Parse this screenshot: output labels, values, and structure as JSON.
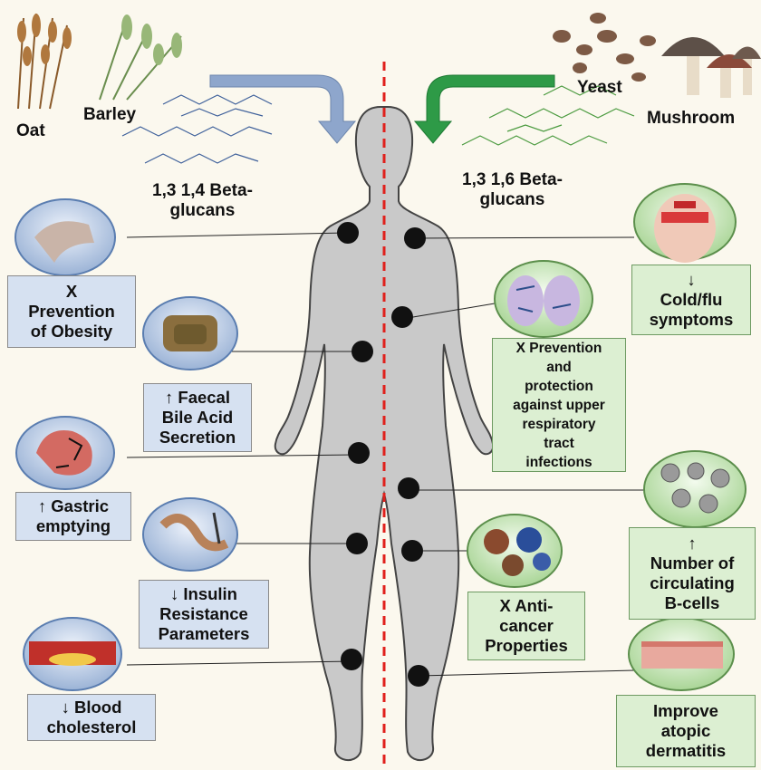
{
  "sources": {
    "oat": "Oat",
    "barley": "Barley",
    "yeast": "Yeast",
    "mushroom": "Mushroom",
    "cereal_glucan": "1,3 1,4 Beta-\nglucans",
    "fungal_glucan": "1,3 1,6 Beta-\nglucans"
  },
  "left_effects": [
    {
      "id": "obesity",
      "text": "X\nPrevention\nof Obesity"
    },
    {
      "id": "bile",
      "text": "↑ Faecal\nBile Acid\nSecretion"
    },
    {
      "id": "gastric",
      "text": "↑ Gastric\nemptying"
    },
    {
      "id": "insulin",
      "text": "↓ Insulin\nResistance\nParameters"
    },
    {
      "id": "cholesterol",
      "text": "↓ Blood\ncholesterol"
    }
  ],
  "right_effects": [
    {
      "id": "coldflu",
      "text": "↓\nCold/flu\nsymptoms"
    },
    {
      "id": "respiratory",
      "text": "X Prevention\nand\nprotection\nagainst upper\nrespiratory\ntract\ninfections"
    },
    {
      "id": "bcells",
      "text": "↑\nNumber of\ncirculating\nB-cells"
    },
    {
      "id": "cancer",
      "text": "X Anti-\ncancer\nProperties"
    },
    {
      "id": "dermatitis",
      "text": "Improve\natopic\ndermatitis"
    }
  ],
  "colors": {
    "cereal_arrow": "#8ea6cc",
    "fungal_arrow": "#2e9a47",
    "midline": "#e0201c",
    "body": "#c9c9c9",
    "blue_box": "#d6e1f1",
    "green_box": "#dcefd2"
  }
}
